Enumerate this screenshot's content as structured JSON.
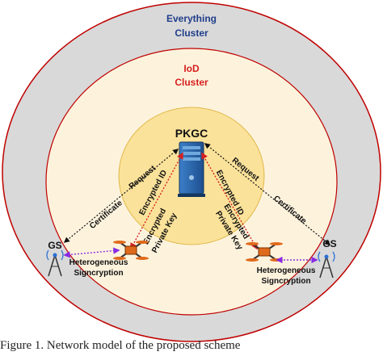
{
  "clusters": {
    "everything_line1": "Everything",
    "everything_line2": "Cluster",
    "iod_line1": "IoD",
    "iod_line2": "Cluster"
  },
  "server": {
    "label": "PKGC"
  },
  "links": {
    "request": "Request",
    "certificate": "Certificate",
    "encrypted_id": "Encrypted ID",
    "encrypted_key_line1": "Encrypted",
    "encrypted_key_line2": "Private Key"
  },
  "ground_stations": {
    "left_label": "GS",
    "right_label": "GS"
  },
  "signcryption": {
    "line1": "Heterogeneous",
    "line2": "Signcryption"
  },
  "caption": "Figure 1. Network model of the proposed scheme",
  "colors": {
    "outer_ring": "#d9d9d9",
    "middle_ring": "#fdf3dd",
    "inner_ring": "#fbe29a",
    "everything_text": "#1f3d8a",
    "iod_text": "#d62020",
    "server_body": "#2f6eb5",
    "red_arrow": "#d62020",
    "signcryption_arrow": "#8a2be2"
  }
}
